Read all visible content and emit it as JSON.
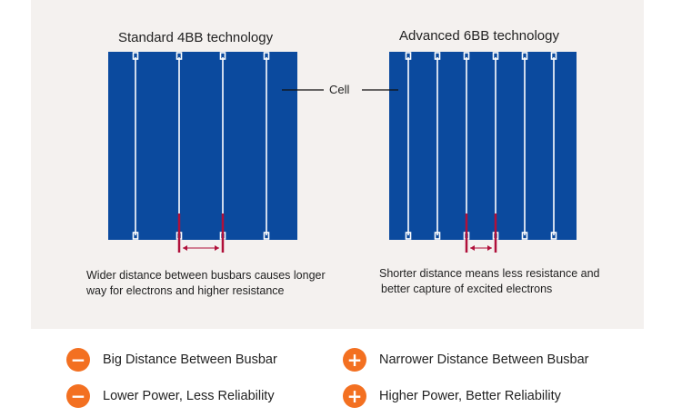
{
  "left": {
    "title": "Standard 4BB technology",
    "caption_line1": "Wider distance between busbars causes longer",
    "caption_line2": "way for electrons and higher resistance"
  },
  "right": {
    "title": "Advanced 6BB technology",
    "caption_line1": "Shorter distance means less resistance and",
    "caption_line2": "better capture of excited electrons"
  },
  "cell_label": "Cell",
  "legend": [
    {
      "sign": "−",
      "text": "Big Distance Between Busbar"
    },
    {
      "sign": "+",
      "text": "Narrower Distance Between Busbar"
    },
    {
      "sign": "−",
      "text": "Lower Power, Less Reliability"
    },
    {
      "sign": "+",
      "text": "Higher Power, Better Reliability"
    }
  ],
  "colors": {
    "cell": "#0b4a9e",
    "busbar": "#ffffff",
    "marker": "#b0103a",
    "accent": "#f37021",
    "panel": "#f4f1ef"
  }
}
